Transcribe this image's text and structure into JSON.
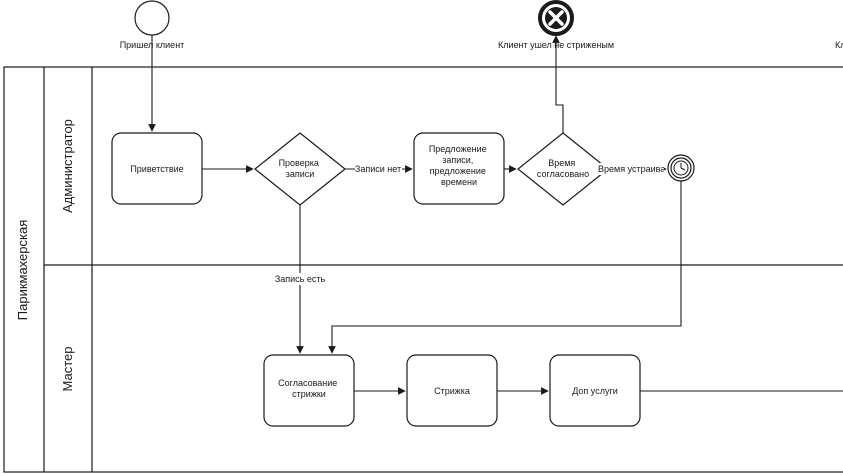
{
  "diagram": {
    "pool": {
      "label": "Парикмахерская"
    },
    "lanes": [
      {
        "label": "Администратор"
      },
      {
        "label": "Мастер"
      }
    ],
    "events": {
      "start": {
        "label": "Пришел клиент"
      },
      "end": {
        "label": "Клиент ушел не стриженым"
      },
      "timer": {
        "label": "Время устраивает"
      },
      "offscreen_label": "Кл"
    },
    "tasks": {
      "greeting": {
        "label": "Приветствие"
      },
      "offer": {
        "label": "Предложение записи, предложение времени"
      },
      "agree": {
        "label": "Согласование стрижки"
      },
      "haircut": {
        "label": "Стрижка"
      },
      "extra": {
        "label": "Доп услуги"
      }
    },
    "gateways": {
      "check": {
        "label": "Проверка записи"
      },
      "time": {
        "label": "Время согласовано"
      }
    },
    "flows": {
      "no_booking": "Записи нет",
      "has_booking": "Запись есть"
    },
    "colors": {
      "line": "#1a1a1a",
      "background": "#ffffff"
    }
  }
}
